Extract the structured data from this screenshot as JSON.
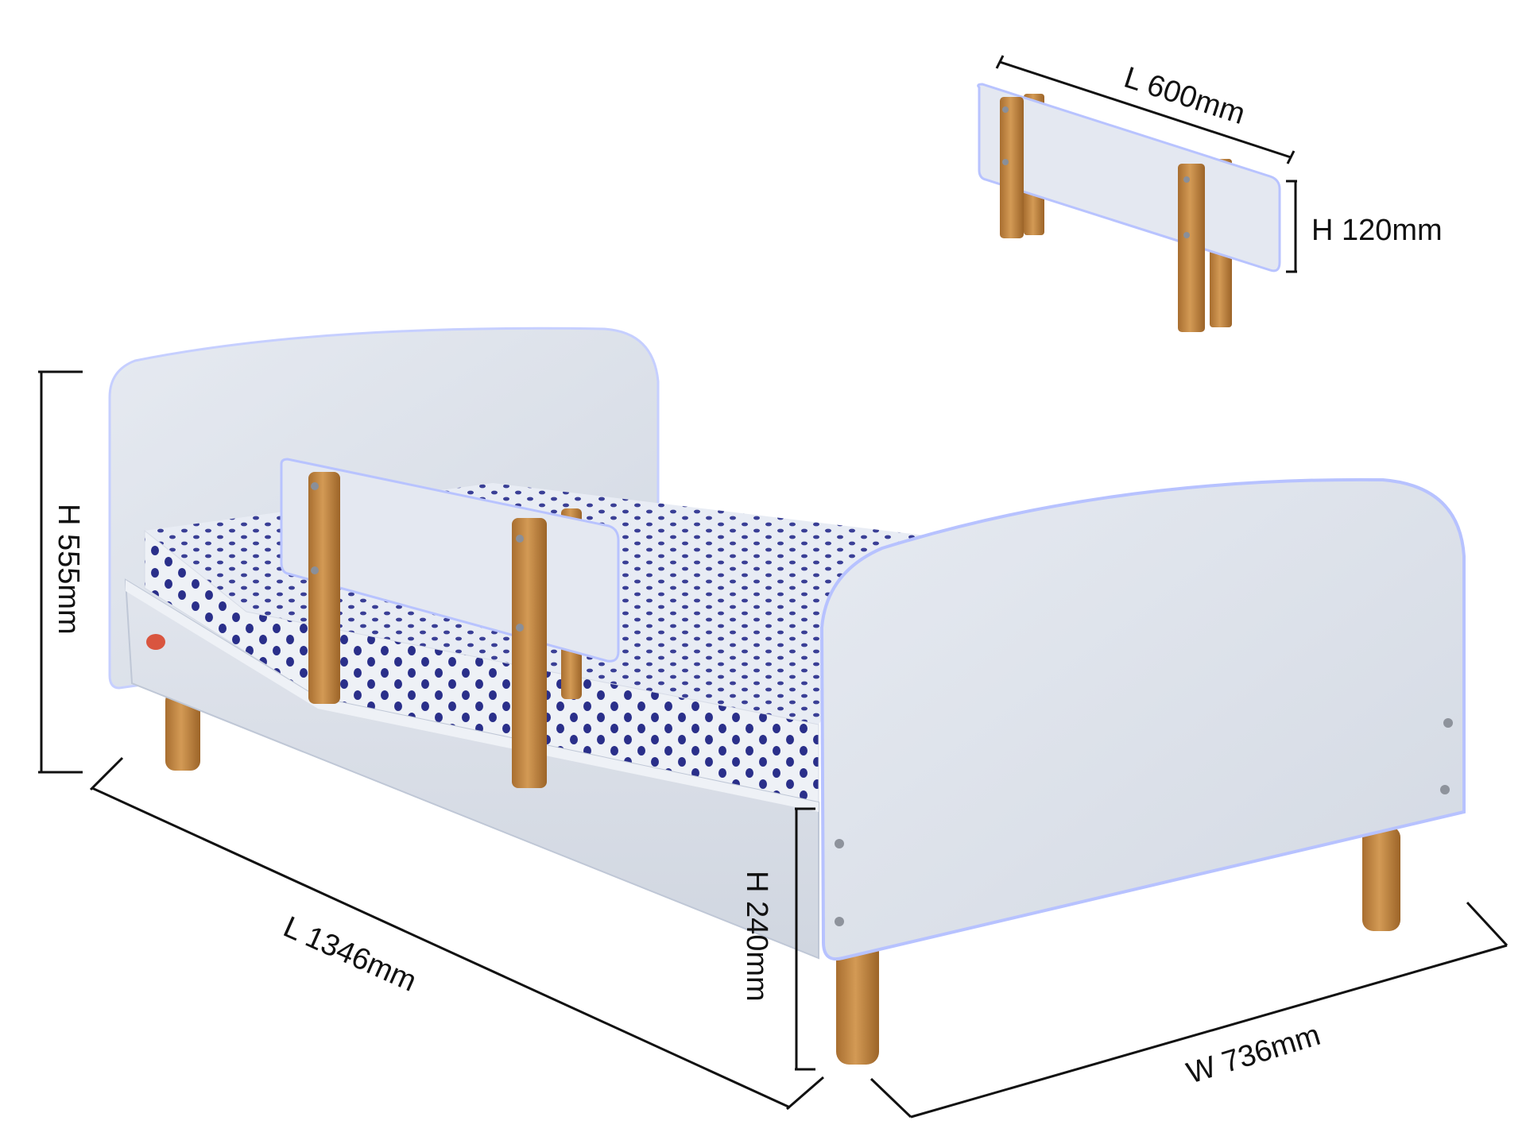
{
  "figure": {
    "subject": "toddler bed with removable guard rail",
    "colors": {
      "panel": "#dfe4ec",
      "panel_shade": "#c9d0dc",
      "panel_edge": "#a9b7ff",
      "wood": "#c98f4a",
      "wood_dark": "#9a6528",
      "mattress": "#eef1f6",
      "dot": "#2a2f8a",
      "line": "#111111",
      "badge": "#d9553f"
    },
    "icons": [
      "screw-icon",
      "brand-badge-icon"
    ]
  },
  "dimensions": {
    "bed_length": "L 1346mm",
    "bed_width": "W 736mm",
    "bed_height": "H 555mm",
    "base_height": "H 240mm",
    "rail_length": "L 600mm",
    "rail_height": "H 120mm"
  }
}
